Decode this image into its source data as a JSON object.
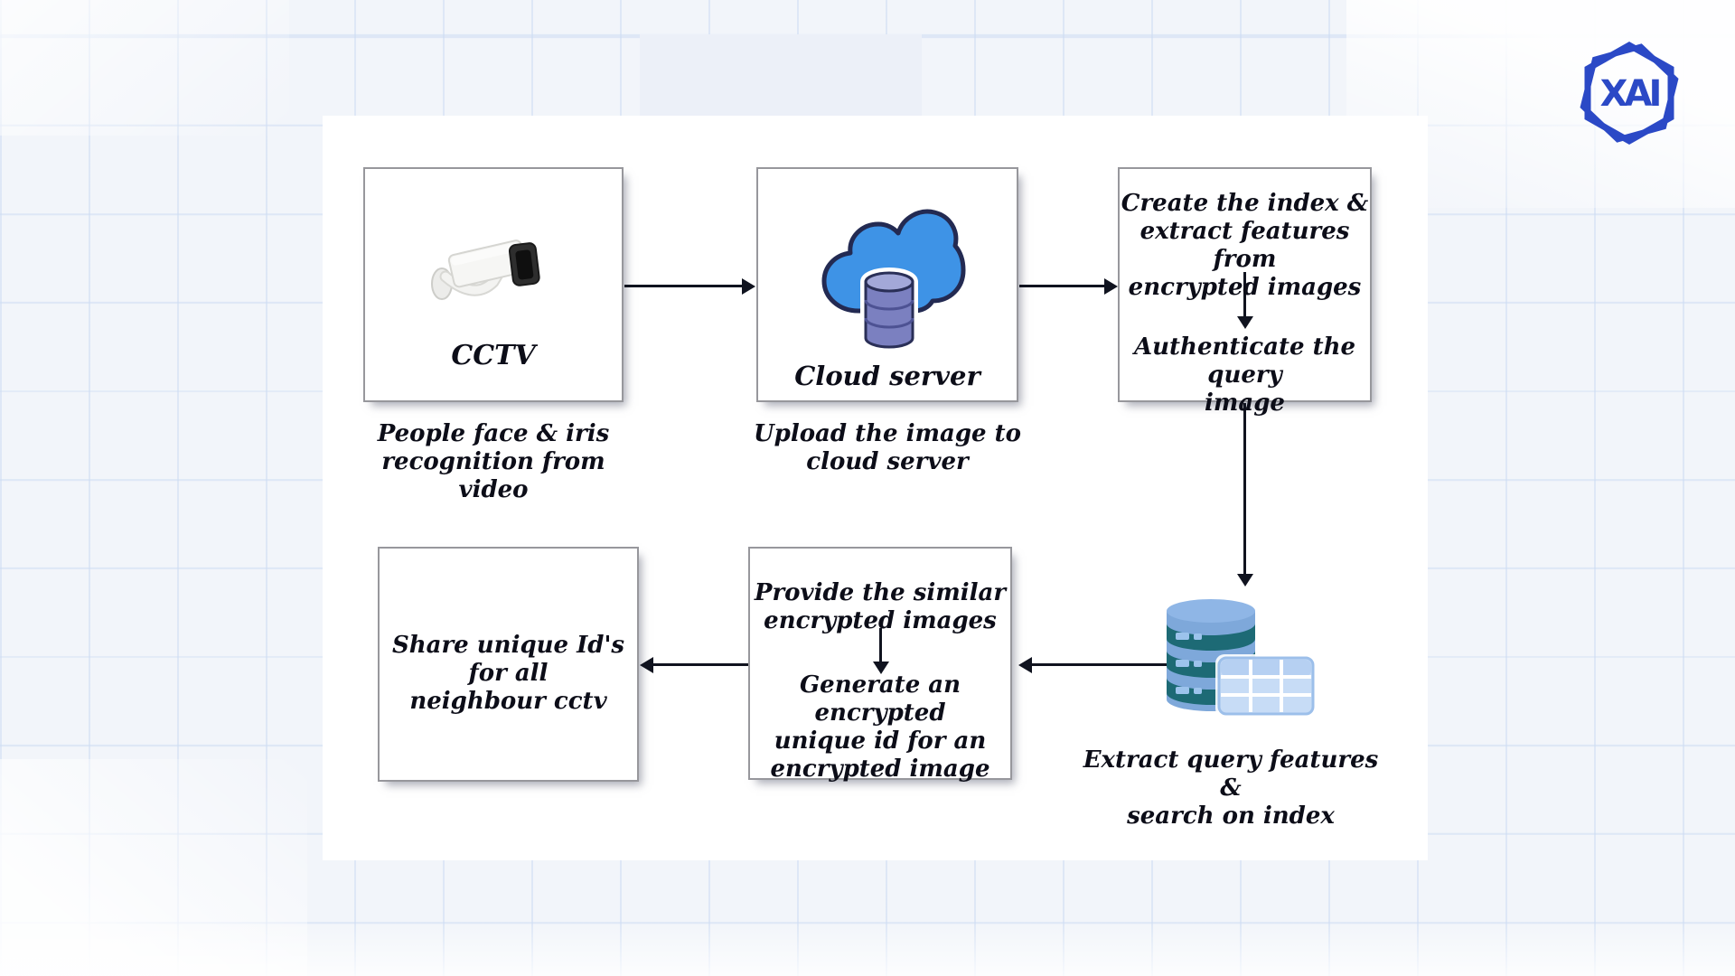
{
  "logo": {
    "text": "XAI",
    "color": "#2b49c6"
  },
  "diagram": {
    "cctv": {
      "label": "CCTV",
      "caption": "People face & iris\nrecognition from video"
    },
    "cloud": {
      "label": "Cloud server",
      "caption": "Upload the image to\ncloud server"
    },
    "index": {
      "step1": "Create the index &\nextract features from\nencrypted images",
      "step2": "Authenticate the query\nimage"
    },
    "share": {
      "text": "Share unique Id's for all\nneighbour cctv"
    },
    "provide": {
      "step1": "Provide the similar\nencrypted images",
      "step2": "Generate an encrypted\nunique id for an\nencrypted image"
    },
    "database": {
      "caption": "Extract query features &\nsearch on index"
    }
  },
  "icons": {
    "cctv": "cctv-camera-icon",
    "cloud": "cloud-database-icon",
    "database": "database-table-icon",
    "logo": "xai-hexagon-logo"
  },
  "colors": {
    "cloud_blue": "#3e93e6",
    "cloud_outline": "#232a52",
    "cylinder_purple": "#7b80c0",
    "db_body_blue": "#7ea8da",
    "db_band_teal": "#1d6a75",
    "table_blue": "#c7dcf6",
    "arrow": "#10131f",
    "box_border": "#97979c"
  }
}
